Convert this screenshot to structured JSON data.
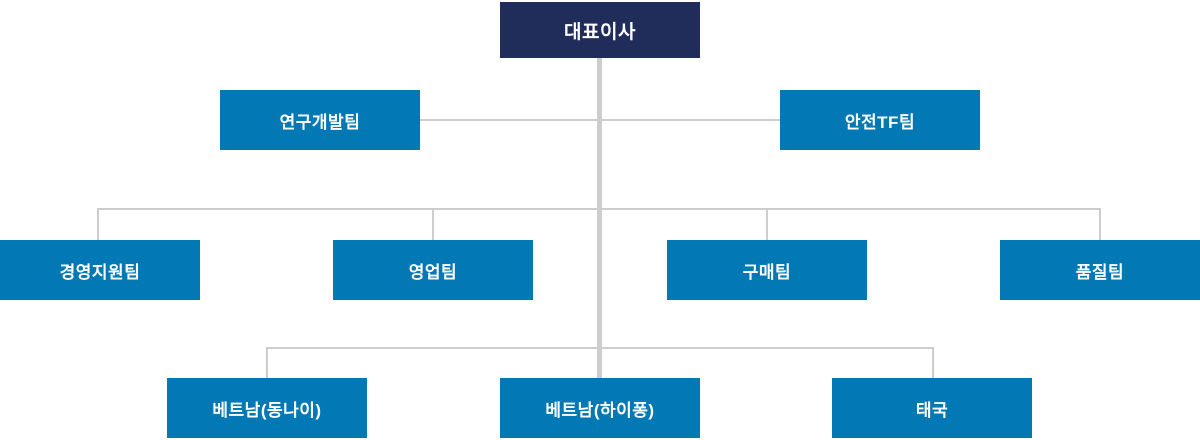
{
  "chart": {
    "type": "org-chart",
    "colors": {
      "root_box": "#202c5a",
      "team_box": "#0279b5",
      "connector": "#cdcdcd",
      "label_text": "#ffffff",
      "background": "#ffffff"
    },
    "root": {
      "label": "대표이사"
    },
    "staff_teams": [
      {
        "label": "연구개발팀"
      },
      {
        "label": "안전TF팀"
      }
    ],
    "departments": [
      {
        "label": "경영지원팀"
      },
      {
        "label": "영업팀"
      },
      {
        "label": "구매팀"
      },
      {
        "label": "품질팀"
      }
    ],
    "overseas_branches": [
      {
        "label": "베트남(동나이)"
      },
      {
        "label": "베트남(하이퐁)"
      },
      {
        "label": "태국"
      }
    ]
  }
}
